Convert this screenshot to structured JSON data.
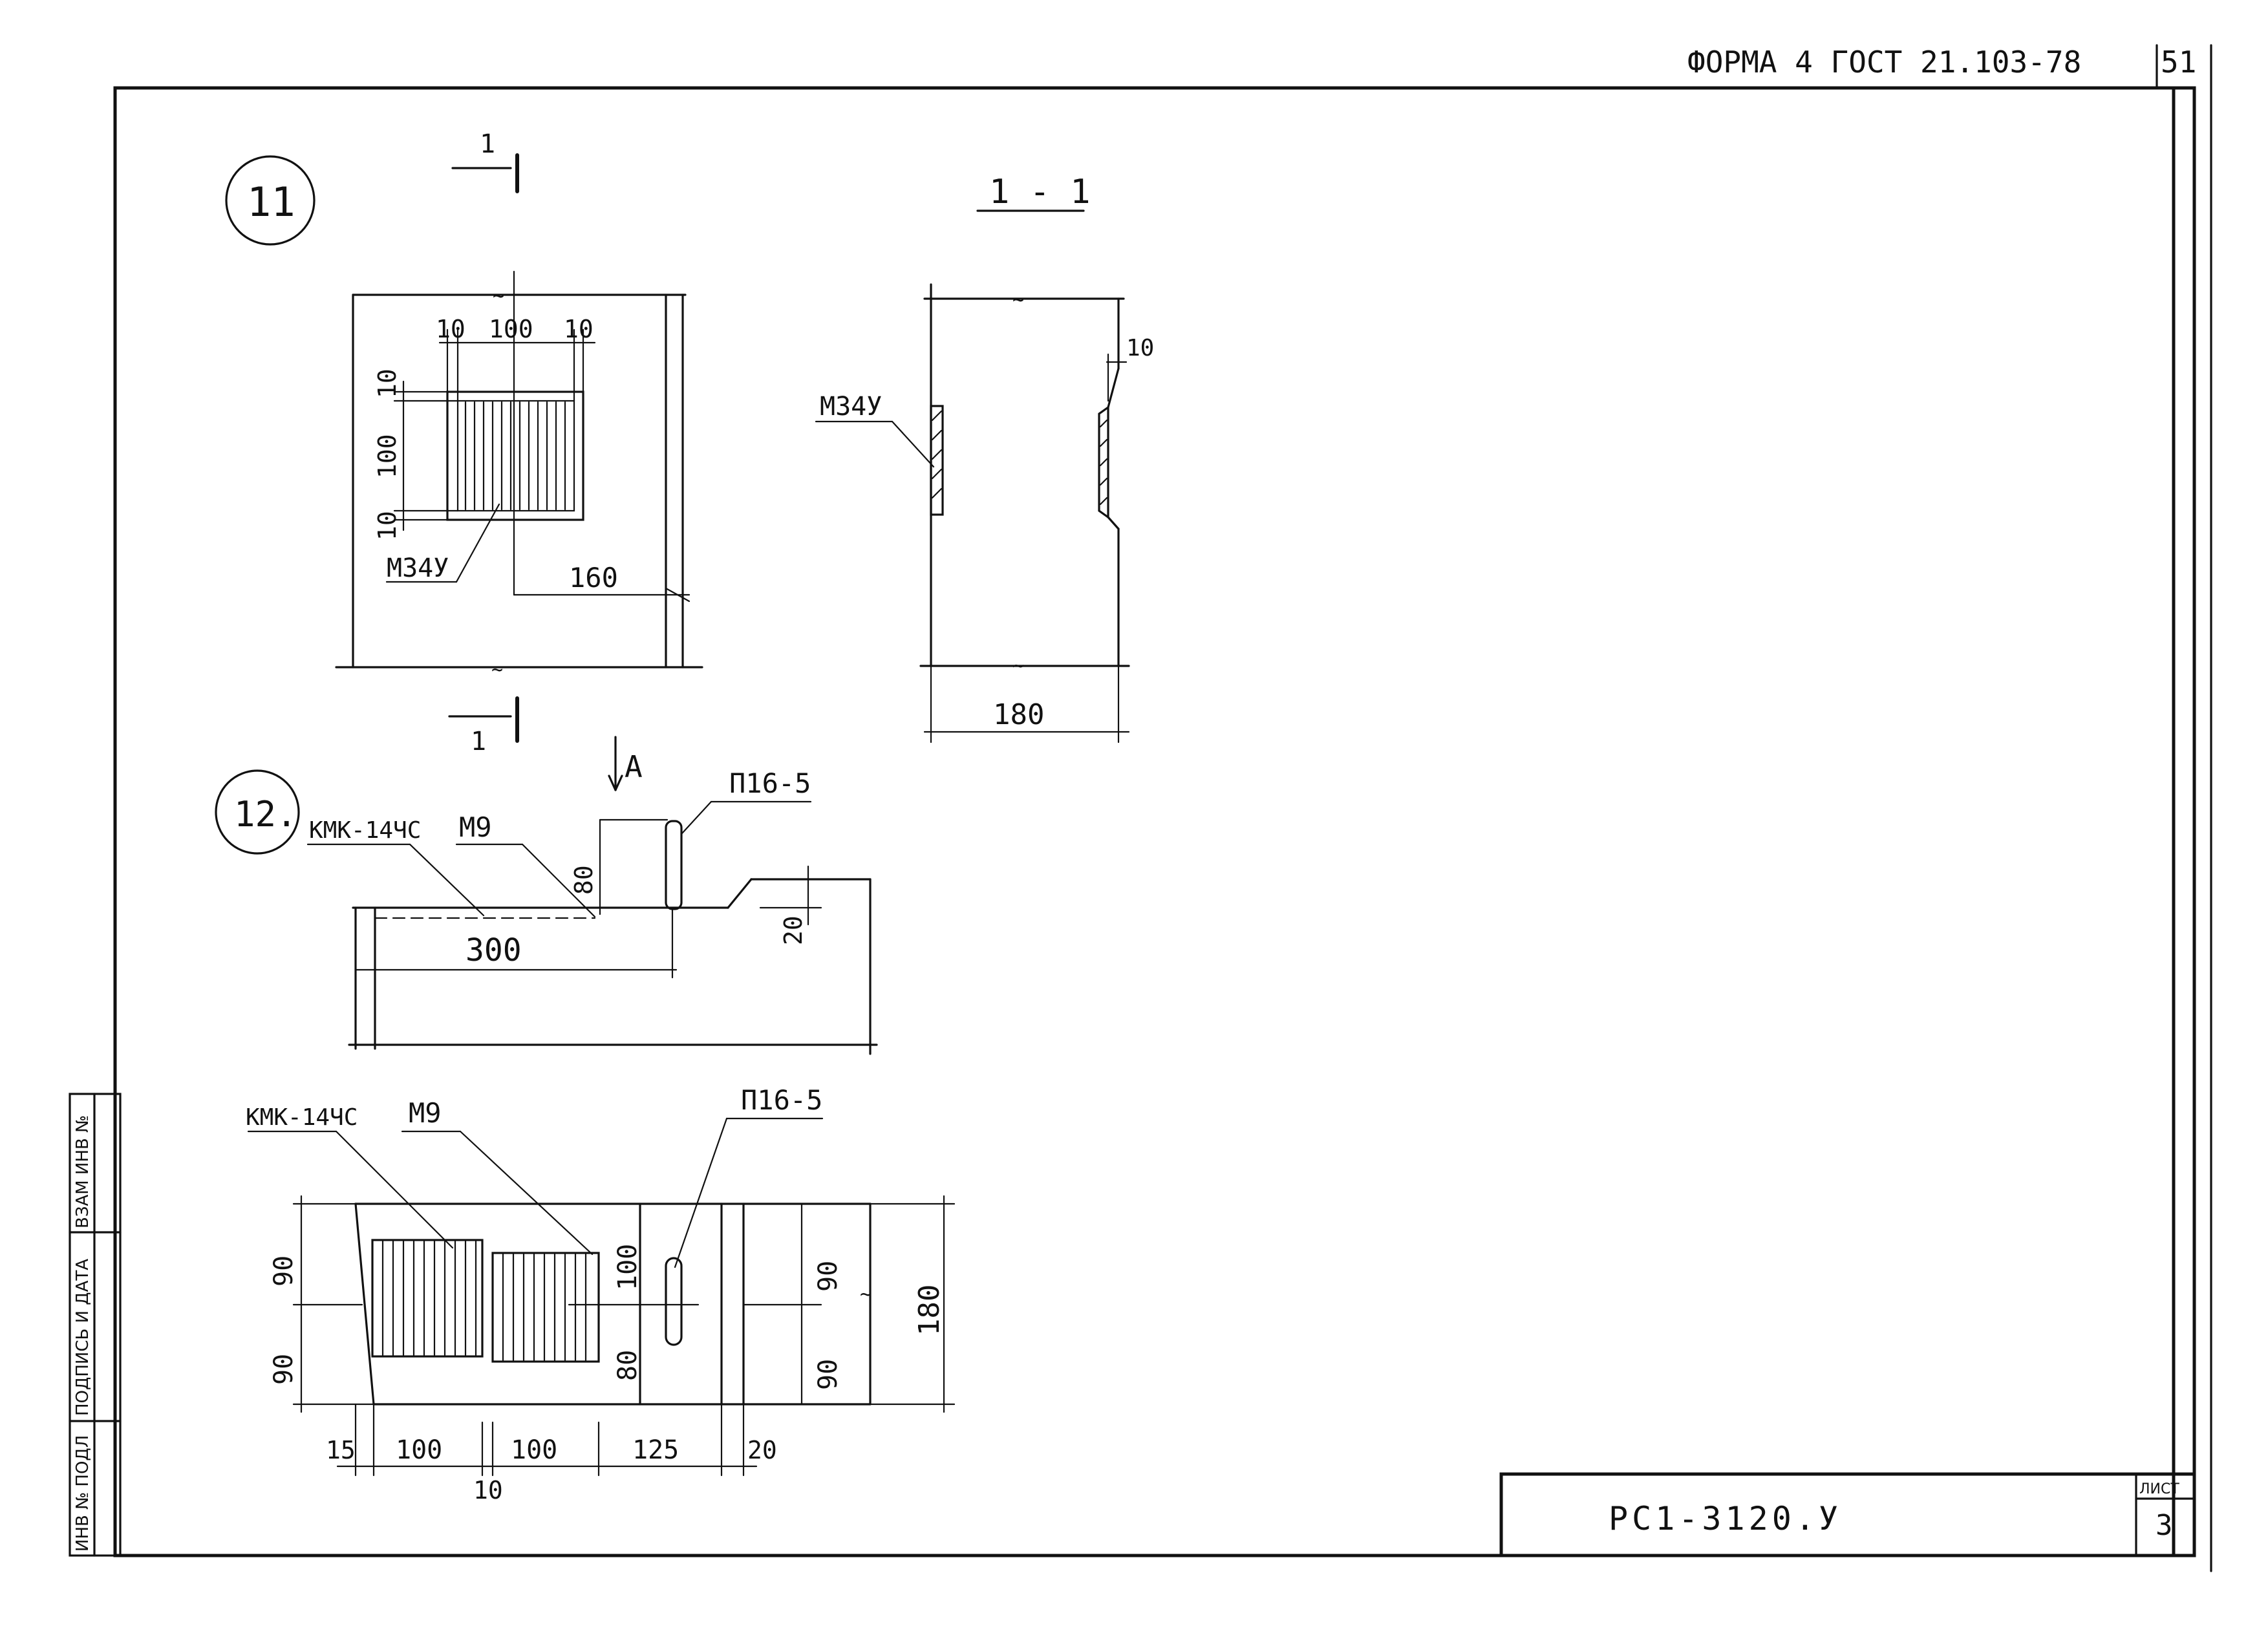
{
  "header": {
    "form_label": "ФОРМА 4  ГОСТ 21.103-78",
    "page_number": "51"
  },
  "side_stamp": {
    "inv_no_orig": "ИНВ № ПОДЛ",
    "signature_date": "ПОДПИСЬ И ДАТА",
    "replaces_inv": "ВЗАМ ИНВ №"
  },
  "title_block": {
    "doc_code": "РС1-3120.У",
    "sheet_label": "ЛИСТ",
    "sheet_number": "3"
  },
  "detail11": {
    "marker": "11",
    "section_mark": "1",
    "section_title": "1 - 1",
    "dims": {
      "d10a": "10",
      "d100a": "100",
      "d10b": "10",
      "d10c": "10",
      "d100b": "100",
      "d10d": "10",
      "d160": "160",
      "d10e": "10",
      "d180": "180"
    },
    "labels": {
      "plate_plan": "М34У",
      "plate_section": "М34У"
    },
    "break_mark": "~"
  },
  "detail12": {
    "marker": "12.",
    "view_arrow": "A",
    "elev": {
      "kmk": "КМК-14ЧС",
      "m9": "М9",
      "p16": "П16-5",
      "d80": "80",
      "d300": "300",
      "d20": "20"
    },
    "plan": {
      "kmk": "КМК-14ЧС",
      "m9": "М9",
      "p16": "П16-5",
      "d90a": "90",
      "d90b": "90",
      "d100v": "100",
      "d80v": "80",
      "d90c": "90",
      "d90d": "90",
      "d180": "180",
      "d15": "15",
      "d100a": "100",
      "d100b": "100",
      "d125": "125",
      "d20": "20",
      "d10": "10"
    }
  }
}
